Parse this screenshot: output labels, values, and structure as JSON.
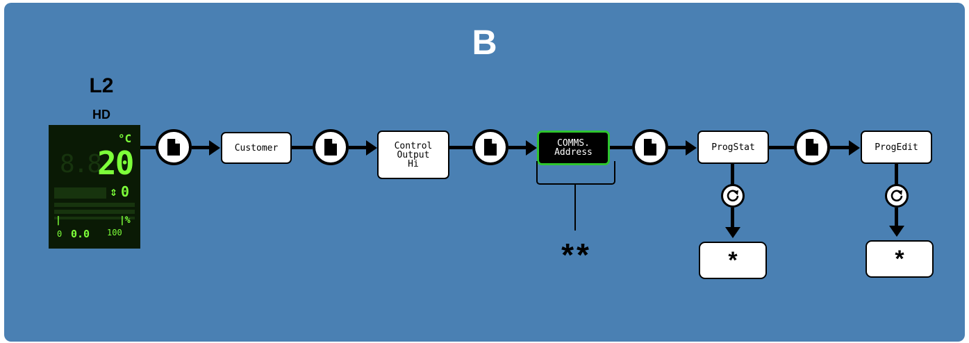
{
  "diagram": {
    "title": "B",
    "level": "L2",
    "level_sub": "HD"
  },
  "display": {
    "unit": "°C",
    "value": "20",
    "ghost_digits": "8.8.",
    "secondary_value": "0",
    "secondary_symbol": "⇕",
    "left_marker": "|",
    "percent_label": "|%",
    "scale_min": "0",
    "scale_value": "0.0",
    "scale_max": "100"
  },
  "flow": {
    "parameters": [
      {
        "id": "customer",
        "label": "Customer"
      },
      {
        "id": "control-output-hi",
        "label": "Control\nOutput\nHi"
      },
      {
        "id": "comms-address",
        "label": "COMMS.\nAddress",
        "active": true
      },
      {
        "id": "progstat",
        "label": "ProgStat"
      },
      {
        "id": "progedit",
        "label": "ProgEdit"
      }
    ],
    "page_icon": "page-icon",
    "cycle_icon": "cycle-icon",
    "sub_label": "*",
    "note": "**"
  }
}
